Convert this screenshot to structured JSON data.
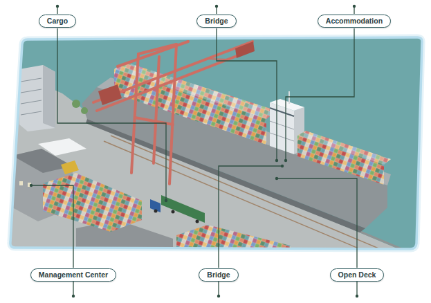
{
  "diagram": {
    "nodes": [
      {
        "text": [
          "Cargo"
        ]
      },
      {
        "text": [
          "Bridge"
        ]
      },
      {
        "text": [
          "Accommodation"
        ]
      },
      {
        "text": [
          "Management Center"
        ]
      },
      {
        "text": [
          "Bridge"
        ]
      },
      {
        "text": [
          "Open Deck"
        ]
      }
    ]
  }
}
